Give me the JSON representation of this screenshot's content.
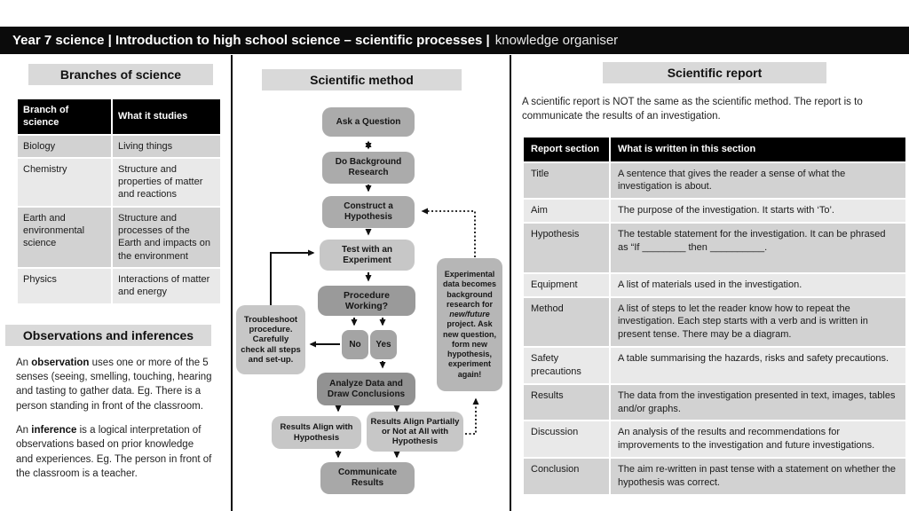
{
  "banner": {
    "title_strong": "Year 7 science | Introduction to high school science – scientific processes |",
    "title_light": "knowledge organiser"
  },
  "palette": {
    "banner_bg": "#0b0b0b",
    "band_bg": "#d9d9d9",
    "table_header_bg": "#000000",
    "row_dark": "#d2d2d2",
    "row_light": "#e9e9e9",
    "flow_medium": "#ababab",
    "flow_light": "#c7c7c7",
    "flow_dark": "#979797",
    "flow_side": "#b6b6b6"
  },
  "branches": {
    "heading": "Branches of science",
    "headers": [
      "Branch of science",
      "What it studies"
    ],
    "rows": [
      {
        "branch": "Biology",
        "studies": "Living things"
      },
      {
        "branch": "Chemistry",
        "studies": "Structure and properties of matter and reactions"
      },
      {
        "branch": "Earth and environmental science",
        "studies": "Structure and processes of the Earth and impacts on the environment"
      },
      {
        "branch": "Physics",
        "studies": "Interactions of matter and energy"
      }
    ]
  },
  "observations": {
    "heading": "Observations and inferences",
    "p1_prefix": "An ",
    "p1_bold": "observation",
    "p1_rest": " uses one or more of the 5 senses (seeing, smelling, touching, hearing and tasting to gather data. Eg. There is a person standing in front of the classroom.",
    "p2_prefix": "An ",
    "p2_bold": "inference",
    "p2_rest": " is a logical interpretation of observations based on prior knowledge and experiences. Eg. The person in front of the classroom is a teacher."
  },
  "method": {
    "heading": "Scientific method",
    "nodes": {
      "ask": "Ask a Question",
      "background": "Do Background Research",
      "construct": "Construct a Hypothesis",
      "test": "Test with an Experiment",
      "procedure": "Procedure Working?",
      "no": "No",
      "yes": "Yes",
      "troubleshoot": "Troubleshoot procedure. Carefully check all steps and set-up.",
      "analyze": "Analyze Data and Draw Conclusions",
      "align": "Results Align with Hypothesis",
      "partial": "Results Align Partially or Not at All with Hypothesis",
      "communicate": "Communicate Results",
      "experimental_pre": "Experimental data becomes background research for ",
      "experimental_italic": "new/future",
      "experimental_post": " project. Ask new question, form new hypothesis, experiment again!"
    }
  },
  "report": {
    "heading": "Scientific report",
    "intro": "A scientific report is NOT the same as the scientific method. The report is to communicate the results of an investigation.",
    "headers": [
      "Report section",
      "What is written in this section"
    ],
    "rows": [
      {
        "section": "Title",
        "content": "A sentence that gives the reader a sense of what the investigation is about."
      },
      {
        "section": "Aim",
        "content": "The purpose of the investigation. It starts with ‘To’."
      },
      {
        "section": "Hypothesis",
        "content": "The testable statement for the investigation. It can be phrased as “If ________ then __________."
      },
      {
        "section": "Equipment",
        "content": "A list of materials used in the investigation."
      },
      {
        "section": "Method",
        "content": "A list of steps to let the reader know how to repeat the investigation. Each step starts with a verb and is written in present tense. There may be a diagram."
      },
      {
        "section": "Safety precautions",
        "content": "A table summarising the hazards, risks and safety precautions."
      },
      {
        "section": "Results",
        "content": "The data from the investigation presented in text, images, tables and/or graphs."
      },
      {
        "section": "Discussion",
        "content": "An analysis of the results and recommendations for improvements to the investigation and future investigations."
      },
      {
        "section": "Conclusion",
        "content": "The aim re-written in past tense with a statement on whether the hypothesis was correct."
      }
    ]
  }
}
